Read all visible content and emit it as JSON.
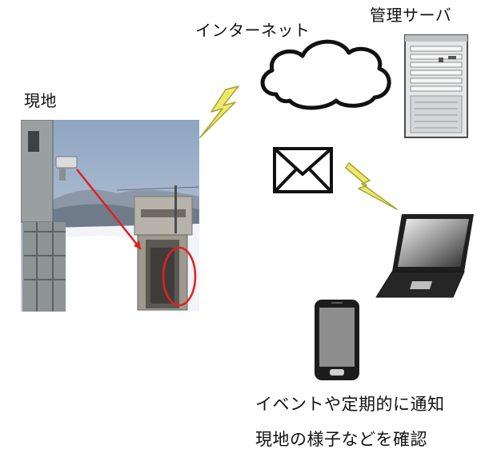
{
  "labels": {
    "site": "現地",
    "internet": "インターネット",
    "server": "管理サーバ"
  },
  "caption": {
    "line1": "イベントや定期的に通知",
    "line2": "現地の様子などを確認"
  },
  "icons": {
    "cloud": "cloud-icon",
    "server": "server-tower-icon",
    "mail": "envelope-icon",
    "laptop": "laptop-icon",
    "phone": "smartphone-icon",
    "signal": "lightning-bolt-icon"
  },
  "colors": {
    "bolt_fill": "#ece96e",
    "bolt_stroke": "#a6a430",
    "highlight": "#e02020",
    "sky": "#9fb2c9",
    "snow": "#f2f4f8"
  }
}
